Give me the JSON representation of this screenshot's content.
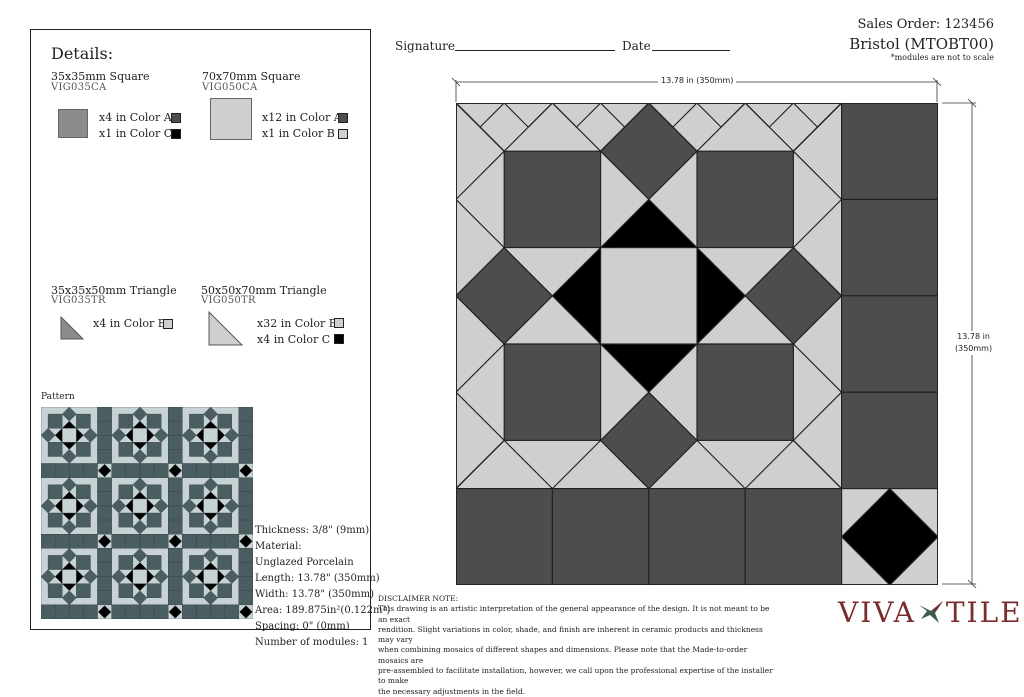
{
  "header": {
    "sales_order": "Sales Order: 123456",
    "product": "Bristol (MTOBT00)",
    "scale_note": "*modules are not to scale",
    "signature_label": "Signature",
    "date_label": "Date"
  },
  "details": {
    "title": "Details:",
    "modules": [
      {
        "name": "35x35mm Square",
        "code": "VIG035CA",
        "lines": [
          "x4 in Color A",
          "x1 in Color C"
        ]
      },
      {
        "name": "70x70mm Square",
        "code": "VIG050CA",
        "lines": [
          "x12 in Color A",
          "x1 in Color B"
        ]
      },
      {
        "name": "35x35x50mm Triangle",
        "code": "VIG035TR",
        "lines": [
          "x4 in Color B"
        ]
      },
      {
        "name": "50x50x70mm Triangle",
        "code": "VIG050TR",
        "lines": [
          "x32 in Color B",
          "x4 in Color C"
        ]
      }
    ]
  },
  "colors": {
    "A": "#4d4d4d",
    "B": "#cfcfcf",
    "C": "#000000",
    "swatch_small": "#8c8c8c",
    "pattern_dark": "#4a5e62",
    "pattern_light": "#c6d2d3"
  },
  "pattern": {
    "label": "Pattern",
    "specs": [
      "Thickness: 3/8\" (9mm)",
      "Material:",
      "Unglazed Porcelain",
      "Length: 13.78\" (350mm)",
      "Width: 13.78\" (350mm)",
      "Area: 189.875in²(0.122m²)",
      "Spacing: 0\" (0mm)",
      "Number of modules: 1"
    ]
  },
  "dimensions": {
    "top": "13.78 in (350mm)",
    "side_1": "13.78 in",
    "side_2": "(350mm)"
  },
  "disclaimer": {
    "title": "DISCLAIMER NOTE:",
    "lines": [
      "This drawing is an artistic interpretation of the general appearance of the design. It is not meant to be an exact",
      "rendition.  Slight variations in color, shade, and finish are inherent in ceramic products and thickness may vary",
      "when combining mosaics of different shapes and dimensions. Please note that the Made-to-order mosaics are",
      "pre-assembled to facilitate installation, however, we call upon the professional expertise of the installer to make",
      "the necessary adjustments in the field."
    ]
  },
  "brand": {
    "left": "VIVA",
    "right": "TILE"
  }
}
